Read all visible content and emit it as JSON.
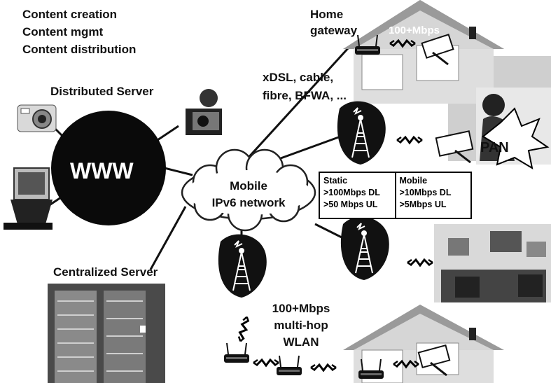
{
  "content_tasks": [
    "Content creation",
    "Content mgmt",
    "Content distribution"
  ],
  "home_gateway": [
    "Home",
    "gateway"
  ],
  "home_rate": "100+Mbps",
  "access_tech": [
    "xDSL, cable,",
    "fibre, BFWA, ..."
  ],
  "distributed_server_label": "Distributed Server",
  "www_label": "WWW",
  "cloud_label": [
    "Mobile",
    "IPv6 network"
  ],
  "centralized_server_label": "Centralized Server",
  "pan_label": "PAN",
  "wlan_label": [
    "100+Mbps",
    "multi-hop",
    "WLAN"
  ],
  "rates": {
    "static": [
      "Static",
      ">100Mbps DL",
      ">50 Mbps UL"
    ],
    "mobile": [
      "Mobile",
      ">10Mbps DL",
      ">5Mbps UL"
    ]
  }
}
